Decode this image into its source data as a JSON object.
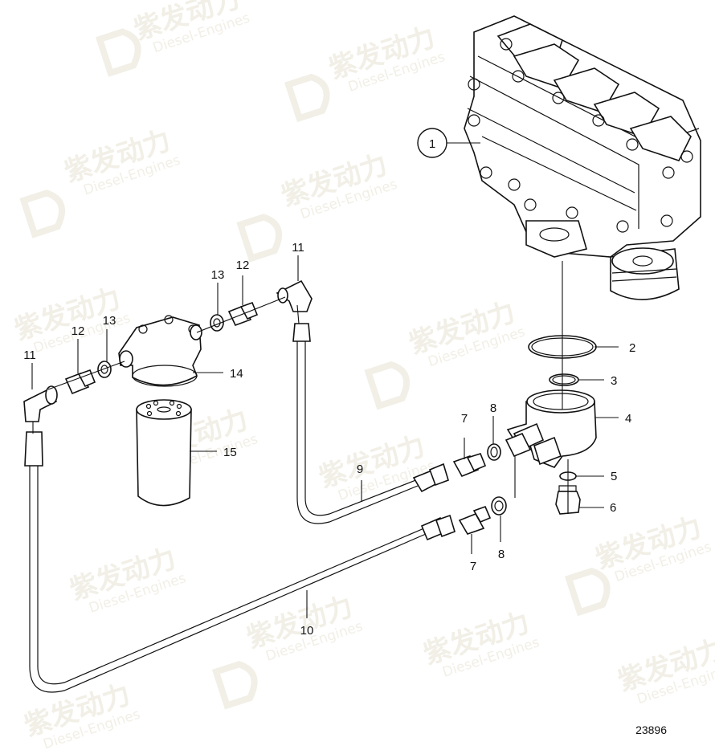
{
  "watermark": {
    "brand_cn": "紫发动力",
    "brand_en": "Diesel-Engines"
  },
  "drawing_number": "23896",
  "callouts": {
    "c1": "1",
    "c2": "2",
    "c3": "3",
    "c4": "4",
    "c5": "5",
    "c6": "6",
    "c7a": "7",
    "c7b": "7",
    "c8a": "8",
    "c8b": "8",
    "c9": "9",
    "c10": "10",
    "c11a": "11",
    "c11b": "11",
    "c12a": "12",
    "c12b": "12",
    "c13a": "13",
    "c13b": "13",
    "c14": "14",
    "c15": "15"
  }
}
